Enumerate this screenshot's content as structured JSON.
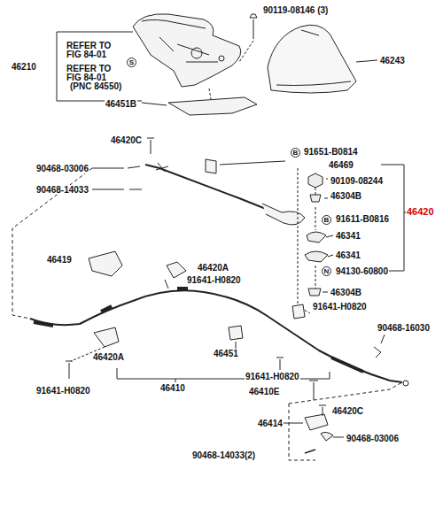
{
  "diagram": {
    "nodes": [
      {
        "text": [
          "S"
        ]
      },
      {
        "text": [
          "B"
        ]
      },
      {
        "text": [
          "B"
        ]
      },
      {
        "text": [
          "N"
        ]
      }
    ],
    "labels": [
      "90119-08146 (3)",
      "46210",
      "REFER TO",
      "FIG 84-01",
      "REFER TO",
      "FIG 84-01",
      "(PNC 84550)",
      "46243",
      "46451B",
      "46420C",
      "91651-B0814",
      "90468-03006",
      "46469",
      "90468-14033",
      "90109-08244",
      "46304B",
      "46420",
      "91611-B0816",
      "46341",
      "46341",
      "94130-60800",
      "46304B",
      "46419",
      "46420A",
      "91641-H0820",
      "91641-H0820",
      "90468-16030",
      "46420A",
      "46451",
      "91641-H0820",
      "91641-H0820",
      "46410",
      "46410E",
      "46420C",
      "46414",
      "90468-03006",
      "90468-14033(2)"
    ]
  }
}
